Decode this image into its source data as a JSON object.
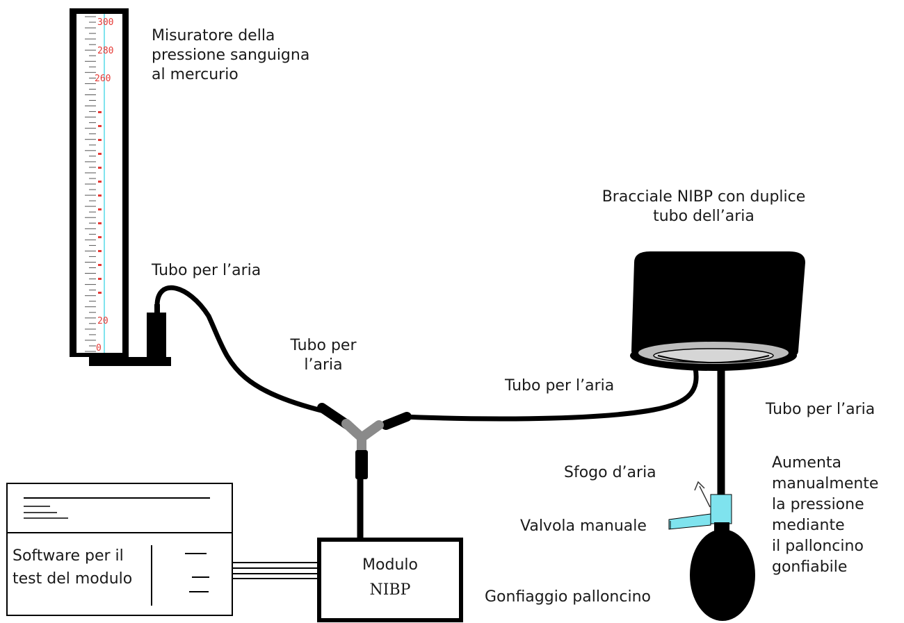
{
  "labels": {
    "manometer": [
      "Misuratore della",
      "pressione sanguigna",
      "al mercurio"
    ],
    "tube_top_left": "Tubo per l’aria",
    "tube_middle": [
      "Tubo per",
      "l’aria"
    ],
    "tube_right_mid": "Tubo per l’aria",
    "cuff": [
      "Bracciale NIBP con duplice",
      "tubo dell’aria"
    ],
    "tube_far_right": "Tubo per l’aria",
    "vent": "Sfogo d’aria",
    "manual_valve": "Valvola manuale",
    "inflate_note": [
      "Aumenta",
      "manualmente",
      "la pressione",
      "mediante",
      "il palloncino",
      "gonfiabile"
    ],
    "bulb": "Gonfiaggio palloncino",
    "software": [
      "Software per il",
      "test del modulo"
    ]
  },
  "module": {
    "line1": "Modulo",
    "line2": "NIBP"
  },
  "scale": {
    "marks": [
      "300",
      "280",
      "260",
      "20",
      "0"
    ]
  },
  "colors": {
    "line": "#000000",
    "scale_red": "#e53935",
    "scale_cyan": "#7fe3ee",
    "valve_cyan": "#7fe3ee",
    "connector_gray": "#8a8a8a"
  }
}
